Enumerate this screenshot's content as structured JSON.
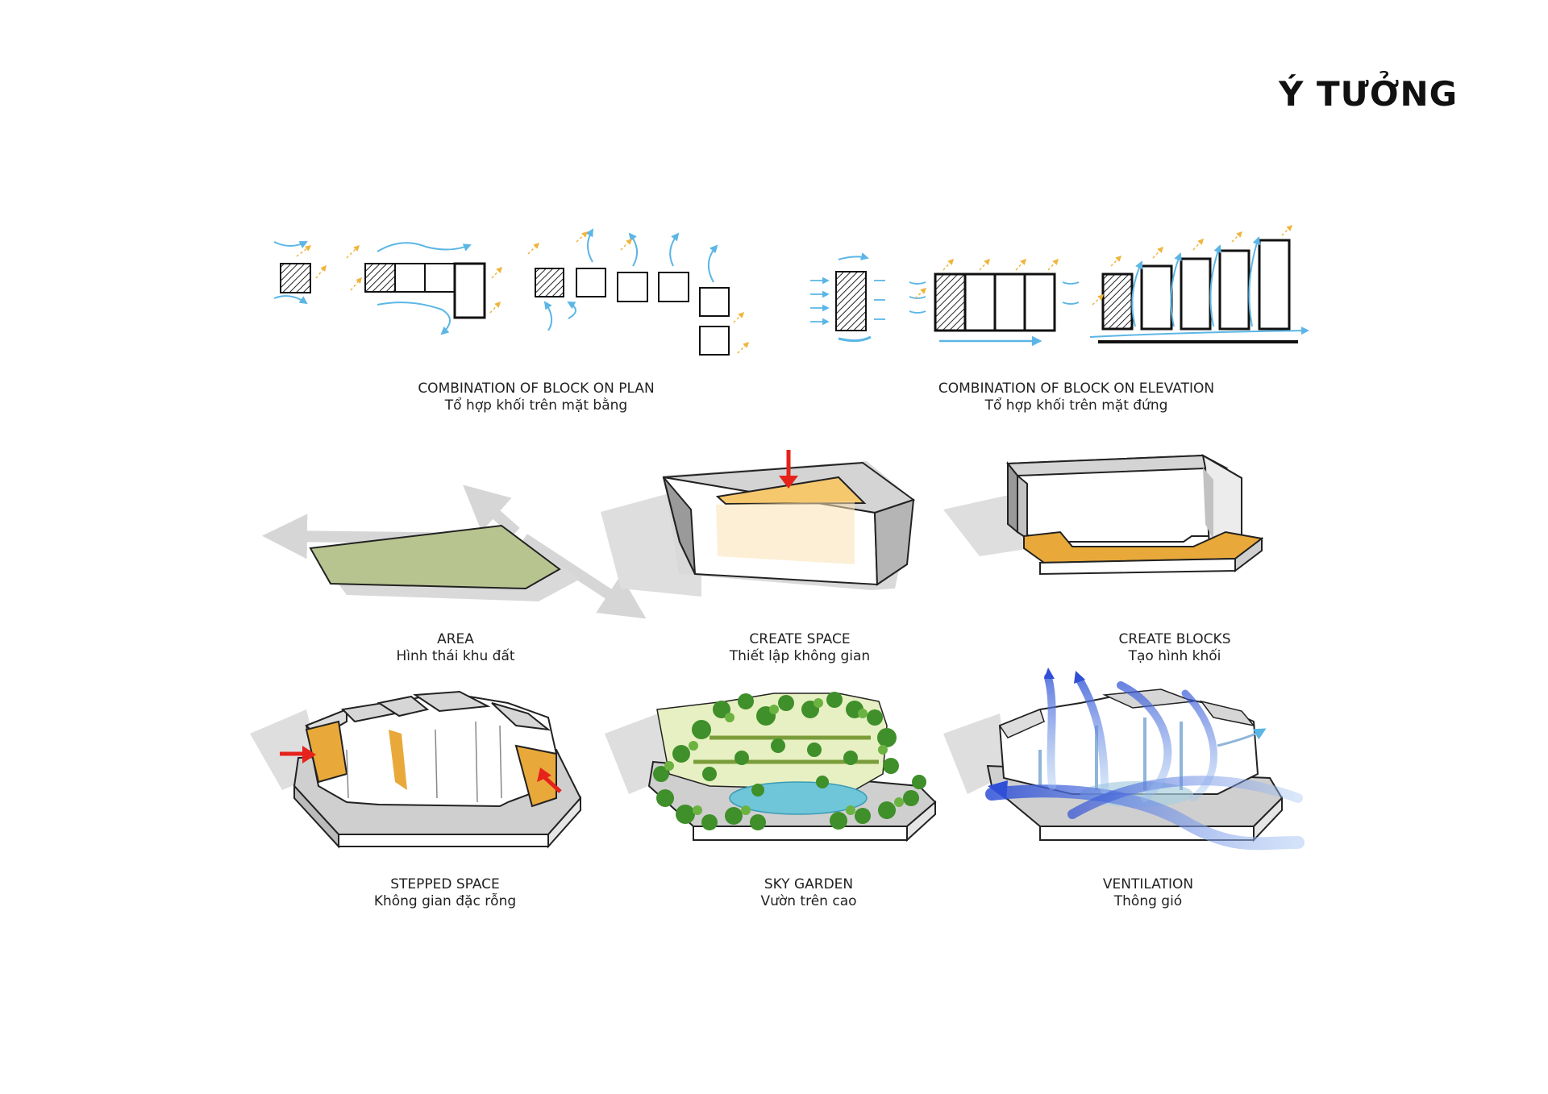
{
  "title": "Ý TƯỞNG",
  "captions": {
    "plan": {
      "en": "COMBINATION OF BLOCK ON PLAN",
      "vi": "Tổ hợp khối trên mặt bằng"
    },
    "elevation": {
      "en": "COMBINATION OF BLOCK ON ELEVATION",
      "vi": "Tổ hợp khối trên mặt đứng"
    },
    "area": {
      "en": "AREA",
      "vi": "Hình thái khu đất"
    },
    "create_space": {
      "en": "CREATE SPACE",
      "vi": "Thiết lập không gian"
    },
    "create_blocks": {
      "en": "CREATE BLOCKS",
      "vi": "Tạo hình khối"
    },
    "stepped_space": {
      "en": "STEPPED SPACE",
      "vi": "Không gian đặc rỗng"
    },
    "sky_garden": {
      "en": "SKY GARDEN",
      "vi": "Vườn trên cao"
    },
    "ventilation": {
      "en": "VENTILATION",
      "vi": "Thông gió"
    }
  },
  "colors": {
    "site_green": "#b7c48f",
    "accent_orange": "#e9a93a",
    "wind_blue": "#5bb6e6",
    "sun_yellow": "#f0b43c",
    "arrow_red": "#e5231b",
    "shadow_grey": "#d9d9d9"
  }
}
